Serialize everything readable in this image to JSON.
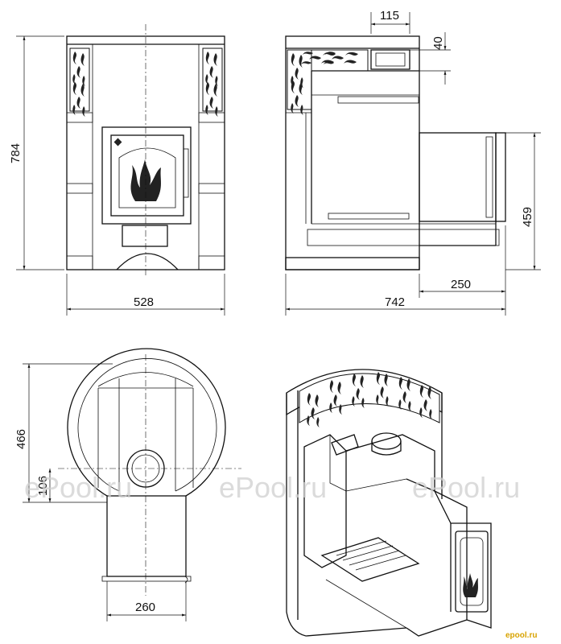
{
  "front_view": {
    "height_label": "784",
    "width_label": "528"
  },
  "side_view": {
    "top_width_label": "115",
    "top_height_label": "40",
    "tunnel_height_label": "459",
    "tunnel_length_label": "250",
    "overall_length_label": "742"
  },
  "plan_view": {
    "depth_label": "466",
    "offset_label": "106",
    "tunnel_width_label": "260"
  },
  "watermarks": [
    "ePool.ru",
    "ePool.ru",
    "ePool.ru"
  ],
  "brand": "epool.ru"
}
